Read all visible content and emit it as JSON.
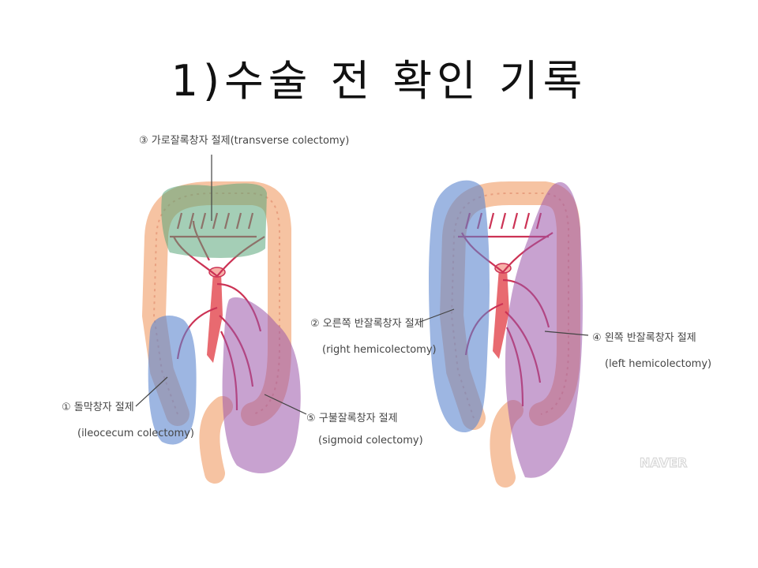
{
  "slide": {
    "title": "1)수술 전 확인 기록"
  },
  "labels": {
    "transverse": "③ 가로잘록창자 절제(transverse colectomy)",
    "ileocecum_ko": "① 돌막창자 절제",
    "ileocecum_en": "(ileocecum colectomy)",
    "sigmoid_ko": "⑤ 구불잘록창자 절제",
    "sigmoid_en": "(sigmoid colectomy)",
    "right_ko": "② 오른쪽 반잘록창자 절제",
    "right_en": "(right hemicolectomy)",
    "left_ko": "④ 왼쪽 반잘록창자 절제",
    "left_en": "(left hemicolectomy)"
  },
  "watermark": "NAVER",
  "colors": {
    "colon": "#f6c3a2",
    "colon_edge": "#e8a080",
    "vessel": "#cc3355",
    "aorta": "#e86a70",
    "green_region": "#5aa57a",
    "blue_region": "#5b86cf",
    "purple_region": "#9a55aa"
  }
}
